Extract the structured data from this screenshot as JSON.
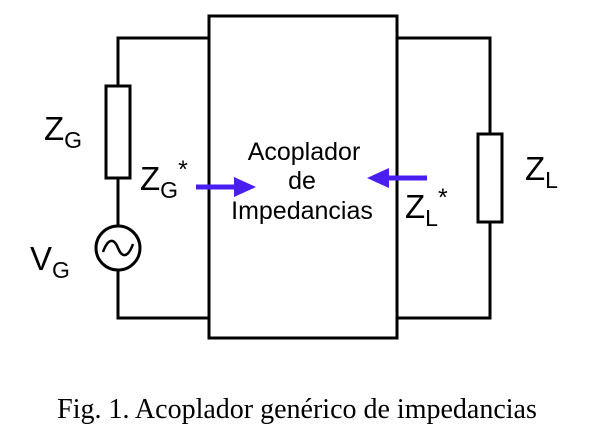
{
  "diagram": {
    "coupler_label_line1": "Acoplador",
    "coupler_label_line2": "de",
    "coupler_label_line3": "Impedancias",
    "source_impedance": {
      "base": "Z",
      "sub": "G"
    },
    "source_voltage": {
      "base": "V",
      "sub": "G"
    },
    "load_impedance": {
      "base": "Z",
      "sub": "L"
    },
    "source_side_conjugate": {
      "base": "Z",
      "sub": "G",
      "sup": "*"
    },
    "load_side_conjugate": {
      "base": "Z",
      "sub": "L",
      "sup": "*"
    }
  },
  "caption": "Fig. 1. Acoplador genérico de impedancias",
  "colors": {
    "wire": "#000000",
    "arrow": "#4a1ef0"
  },
  "icons": [
    "ac-voltage-source-icon",
    "resistor-icon",
    "arrow-right-icon",
    "arrow-left-icon"
  ]
}
